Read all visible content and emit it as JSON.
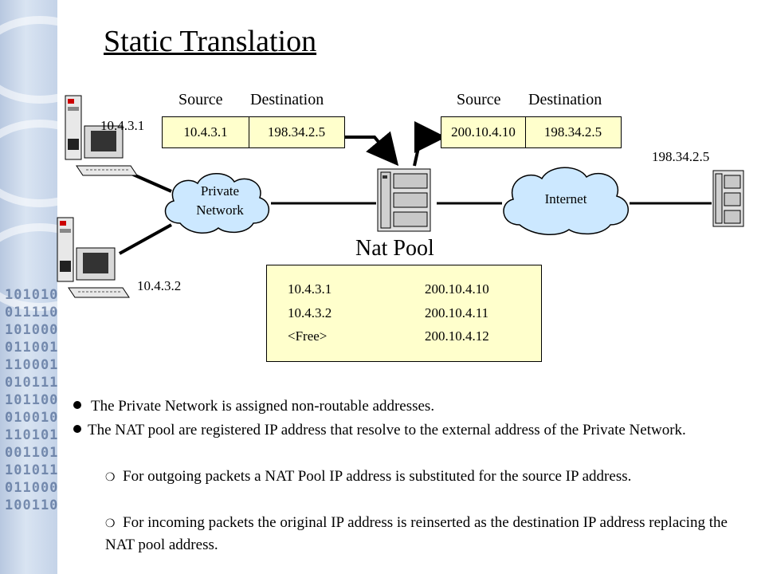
{
  "title": "Static Translation",
  "left_packet": {
    "source_header": "Source",
    "destination_header": "Destination",
    "source": "10.4.3.1",
    "destination": "198.34.2.5"
  },
  "right_packet": {
    "source_header": "Source",
    "destination_header": "Destination",
    "source": "200.10.4.10",
    "destination": "198.34.2.5"
  },
  "hosts": {
    "host1": "10.4.3.1",
    "host2": "10.4.3.2",
    "server": "198.34.2.5"
  },
  "clouds": {
    "private": "Private\nNetwork",
    "internet": "Internet"
  },
  "nat_pool": {
    "title": "Nat Pool",
    "rows": [
      {
        "inside": "10.4.3.1",
        "outside": "200.10.4.10"
      },
      {
        "inside": "10.4.3.2",
        "outside": "200.10.4.11"
      },
      {
        "inside": "<Free>",
        "outside": "200.10.4.12"
      }
    ]
  },
  "bullets": [
    "The Private Network is assigned non-routable addresses.",
    "The NAT pool are registered IP address that resolve to the external address of the Private Network."
  ],
  "sub_bullets": [
    "For outgoing packets a NAT Pool IP address is substituted for the source IP address.",
    "For incoming packets the original IP address is reinserted as the destination IP address replacing the NAT pool address."
  ],
  "colors": {
    "packet_fill": "#ffffcc",
    "cloud_fill": "#cce8ff",
    "cloud_stroke": "#000000"
  }
}
